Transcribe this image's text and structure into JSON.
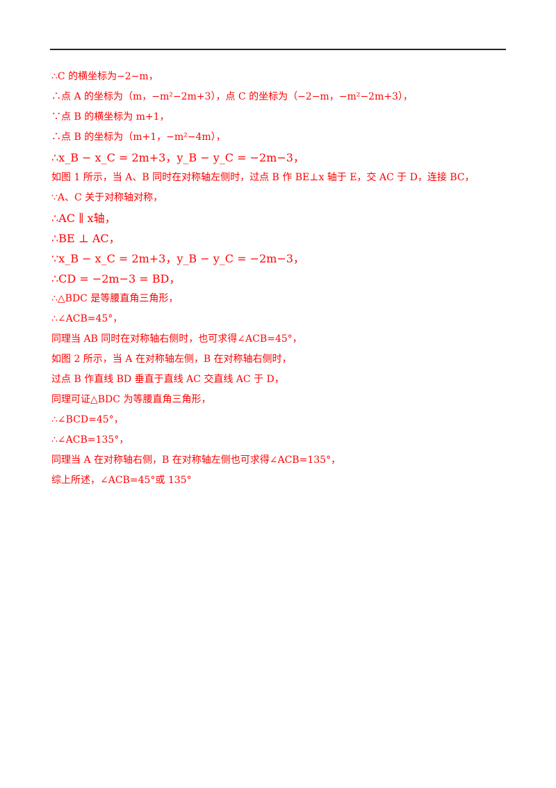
{
  "document": {
    "lines": [
      "∴C 的横坐标为−2−m，",
      "∴点 A 的坐标为（m，−m²−2m+3），点 C 的坐标为（−2−m，−m²−2m+3），",
      "∵点 B 的横坐标为 m+1，",
      "∴点 B 的坐标为（m+1，−m²−4m），",
      "∴x_B − x_C = 2m+3，y_B − y_C = −2m−3，",
      "如图 1 所示，当 A、B 同时在对称轴左侧时，过点 B 作 BE⊥x 轴于 E，交 AC 于 D，连接 BC，",
      "∵A、C 关于对称轴对称，",
      "∴AC ∥ x轴，",
      "∴BE ⊥ AC，",
      "∵x_B − x_C = 2m+3，y_B − y_C = −2m−3，",
      "∴CD = −2m−3 = BD，",
      "∴△BDC 是等腰直角三角形，",
      "∴∠ACB=45°，",
      "同理当 AB 同时在对称轴右侧时，也可求得∠ACB=45°，",
      "如图 2 所示，当 A 在对称轴左侧，B 在对称轴右侧时，",
      "过点 B 作直线 BD 垂直于直线 AC 交直线 AC 于 D，",
      "同理可证△BDC 为等腰直角三角形，",
      "∴∠BCD=45°，",
      "∴∠ACB=135°，",
      "同理当 A 在对称轴右侧，B 在对称轴左侧也可求得∠ACB=135°，",
      "综上所述，∠ACB=45°或 135°"
    ]
  }
}
